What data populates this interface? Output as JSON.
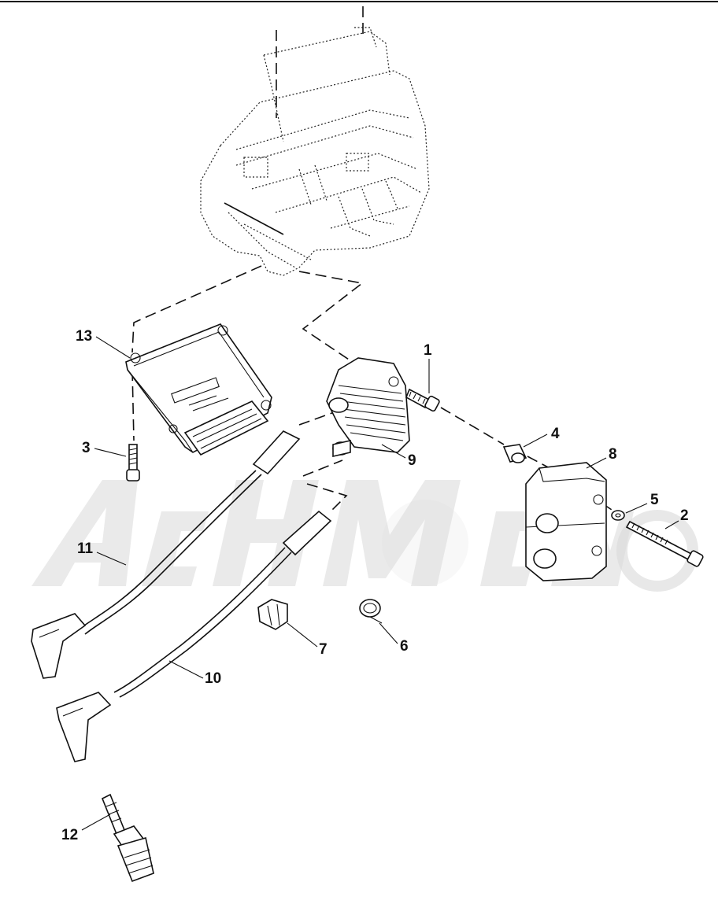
{
  "diagram": {
    "callouts": [
      {
        "id": "1",
        "label": "1"
      },
      {
        "id": "2",
        "label": "2"
      },
      {
        "id": "3",
        "label": "3"
      },
      {
        "id": "4",
        "label": "4"
      },
      {
        "id": "5",
        "label": "5"
      },
      {
        "id": "6",
        "label": "6"
      },
      {
        "id": "7",
        "label": "7"
      },
      {
        "id": "8",
        "label": "8"
      },
      {
        "id": "9",
        "label": "9"
      },
      {
        "id": "10",
        "label": "10"
      },
      {
        "id": "11",
        "label": "11"
      },
      {
        "id": "12",
        "label": "12"
      },
      {
        "id": "13",
        "label": "13"
      }
    ],
    "watermark": "AcHMoto",
    "colors": {
      "ink": "#111111",
      "watermark": "#d9d9d9",
      "background": "#ffffff"
    }
  }
}
